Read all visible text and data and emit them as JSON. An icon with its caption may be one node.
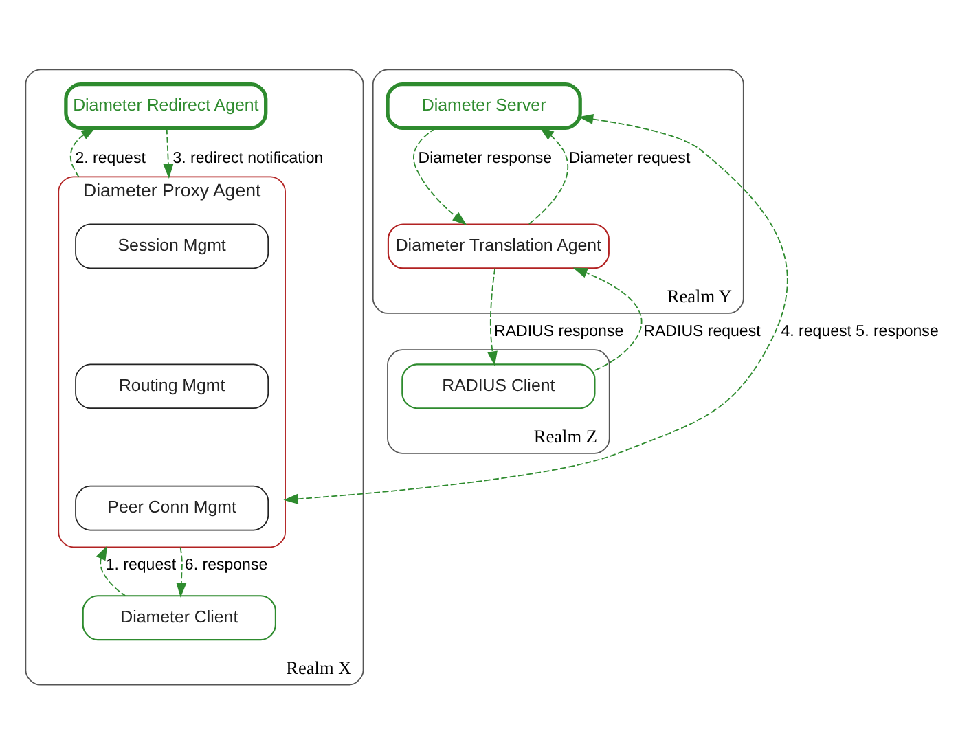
{
  "diagram": {
    "nodes": [
      {
        "text": [
          "Realm X"
        ]
      },
      {
        "text": [
          "Diameter Redirect Agent"
        ],
        "in": 0
      },
      {
        "text": [
          "Diameter Proxy Agent"
        ],
        "in": 0
      },
      {
        "text": [
          "Session Mgmt"
        ],
        "in": 2
      },
      {
        "text": [
          "Routing Mgmt"
        ],
        "in": 2
      },
      {
        "text": [
          "Peer Conn Mgmt"
        ],
        "in": 2
      },
      {
        "text": [
          "Diameter Client"
        ],
        "in": 0
      },
      {
        "text": [
          "Realm Y"
        ]
      },
      {
        "text": [
          "Diameter Server"
        ],
        "in": 7
      },
      {
        "text": [
          "Diameter Translation Agent"
        ],
        "in": 7
      },
      {
        "text": [
          "Realm Z"
        ]
      },
      {
        "text": [
          "RADIUS Client"
        ],
        "in": 10
      }
    ],
    "edges": [
      {
        "from": 6,
        "to": 2,
        "arrow": "to",
        "label": "1. request",
        "style": "dashed"
      },
      {
        "from": 2,
        "to": 1,
        "arrow": "to",
        "label": "2. request",
        "style": "dashed"
      },
      {
        "from": 1,
        "to": 2,
        "arrow": "to",
        "label": "3. redirect notification",
        "style": "dashed"
      },
      {
        "from": 2,
        "to": 8,
        "arrow": "both",
        "label": "4. request 5. response",
        "style": "dashed"
      },
      {
        "from": 9,
        "to": 8,
        "arrow": "to",
        "label": "Diameter request",
        "style": "dashed"
      },
      {
        "from": 8,
        "to": 9,
        "arrow": "to",
        "label": "Diameter response",
        "style": "dashed"
      },
      {
        "from": 11,
        "to": 9,
        "arrow": "to",
        "label": "RADIUS request",
        "style": "dashed"
      },
      {
        "from": 9,
        "to": 11,
        "arrow": "to",
        "label": "RADIUS response",
        "style": "dashed"
      },
      {
        "from": 2,
        "to": 6,
        "arrow": "to",
        "label": "6. response",
        "style": "dashed"
      }
    ]
  }
}
